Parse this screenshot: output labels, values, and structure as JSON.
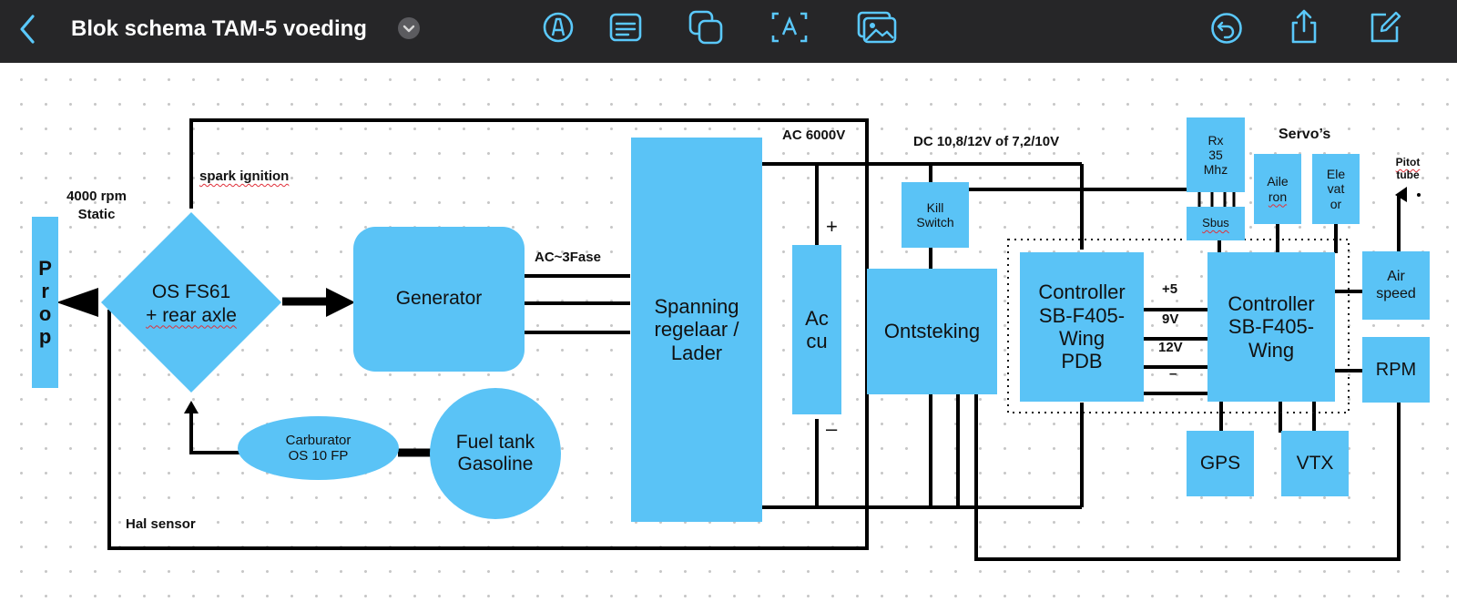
{
  "toolbar": {
    "back_icon": "chevron-left-icon",
    "title": "Blok schema TAM-5 voeding",
    "title_menu_icon": "chevron-down-circle-icon",
    "tools": [
      "markup-pen-icon",
      "text-note-icon",
      "shapes-icon",
      "text-box-icon",
      "media-icon"
    ],
    "actions": [
      "undo-icon",
      "share-icon",
      "compose-icon"
    ],
    "accent_color": "#5ac8fa",
    "bar_color": "#262628"
  },
  "diagram": {
    "block_color": "#5ac3f6",
    "blocks": {
      "prop": "Prop",
      "engine_line1": "OS FS61",
      "engine_line2": "+ rear axle",
      "generator": "Generator",
      "spanning_line1": "Spanning",
      "spanning_line2": "regelaar /",
      "spanning_line3": "Lader",
      "accu_line1": "Ac",
      "accu_line2": "cu",
      "kill_line1": "Kill",
      "kill_line2": "Switch",
      "ontsteking": "Ontsteking",
      "pdb_line1": "Controller",
      "pdb_line2": "SB-F405-",
      "pdb_line3": "Wing",
      "pdb_line4": "PDB",
      "ctrl_line1": "Controller",
      "ctrl_line2": "SB-F405-",
      "ctrl_line3": "Wing",
      "rx_line1": "Rx",
      "rx_line2": "35",
      "rx_line3": "Mhz",
      "sbus": "Sbus",
      "aileron_line1": "Aile",
      "aileron_line2": "ron",
      "elevator_line1": "Ele",
      "elevator_line2": "vat",
      "elevator_line3": "or",
      "airspeed_line1": "Air",
      "airspeed_line2": "speed",
      "rpm": "RPM",
      "gps": "GPS",
      "vtx": "VTX",
      "carb_line1": "Carburator",
      "carb_line2": "OS 10 FP",
      "fuel_line1": "Fuel tank",
      "fuel_line2": "Gasoline"
    },
    "labels": {
      "rpm_line1": "4000 rpm",
      "rpm_line2": "Static",
      "spark": "spark ignition",
      "ac_3fase": "AC~3Fase",
      "ac_6000v": "AC 6000V",
      "dc": "DC 10,8/12V of 7,2/10V",
      "plus": "+",
      "minus": "–",
      "servos": "Servo’s",
      "pitot_line1": "Pitot",
      "pitot_line2": "tube",
      "v5": "+5",
      "v9": "9V",
      "v12": "12V",
      "vminus": "–",
      "hal": "Hal sensor"
    }
  }
}
